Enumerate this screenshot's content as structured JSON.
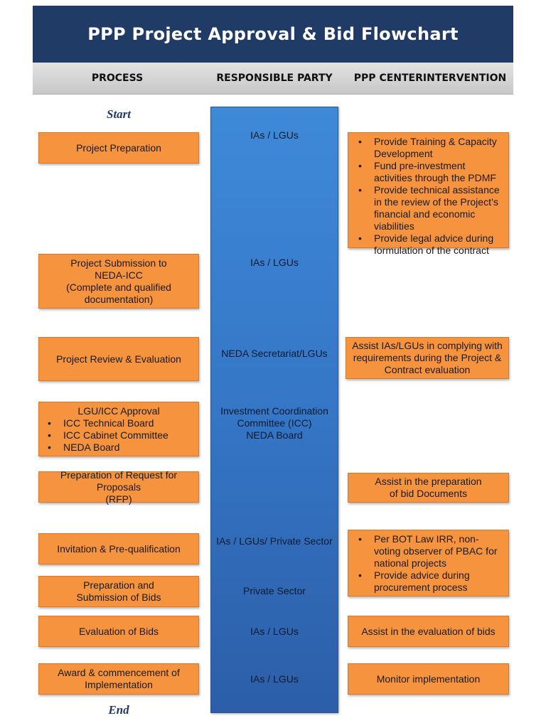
{
  "title": "PPP Project Approval & Bid Flowchart",
  "headers": {
    "process": "PROCESS",
    "party": "RESPONSIBLE PARTY",
    "ppp_line1": "PPP CENTER",
    "ppp_line2": "INTERVENTION"
  },
  "start_label": "Start",
  "end_label": "End",
  "steps": [
    {
      "process": "Project Preparation",
      "party": "IAs / LGUs"
    },
    {
      "process": [
        "Project Submission to",
        "NEDA-ICC",
        "(Complete and qualified",
        "documentation)"
      ],
      "party": "IAs / LGUs"
    },
    {
      "process": "Project Review & Evaluation",
      "party": "NEDA Secretariat/LGUs"
    },
    {
      "process": "LGU/ICC Approval",
      "process_items": [
        "ICC Technical Board",
        "ICC Cabinet Committee",
        "NEDA Board"
      ],
      "party": [
        "Investment Coordination",
        "Committee (ICC)",
        "NEDA Board"
      ]
    },
    {
      "process": [
        "Preparation of Request for Proposals",
        "(RFP)"
      ]
    },
    {
      "process": "Invitation & Pre-qualification",
      "party": "IAs / LGUs/ Private Sector"
    },
    {
      "process": [
        "Preparation and",
        "Submission of Bids"
      ],
      "party": "Private Sector"
    },
    {
      "process": "Evaluation of Bids",
      "party": "IAs / LGUs"
    },
    {
      "process": [
        "Award & commencement  of",
        "Implementation"
      ],
      "party": "IAs / LGUs"
    }
  ],
  "ppp_interventions": {
    "preparation": [
      "Provide Training & Capacity Development",
      "Fund pre-investment activities through the PDMF",
      "Provide technical assistance in the review of the Project’s financial and economic viabilities",
      "Provide legal advice during formulation of the contract"
    ],
    "review": [
      "Assist IAs/LGUs in complying with",
      "requirements during the Project &",
      "Contract evaluation"
    ],
    "rfp": [
      "Assist in the preparation",
      "of bid Documents"
    ],
    "invitation": [
      "Per BOT Law IRR, non-voting observer of PBAC for national projects",
      "Provide advice during procurement process"
    ],
    "evaluation": "Assist in the evaluation of bids",
    "award": "Monitor implementation"
  }
}
